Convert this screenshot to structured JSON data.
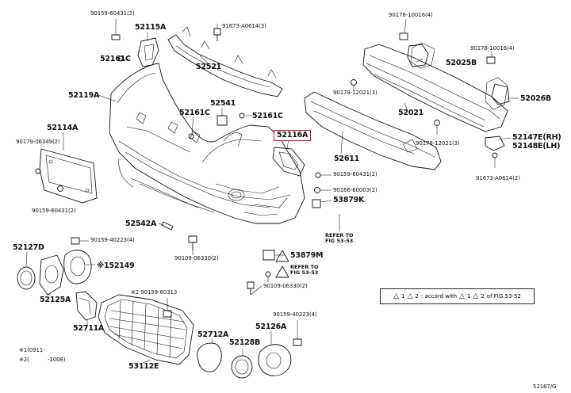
{
  "diagram": {
    "part_labels": [
      "90159-60431(2)",
      "52115A",
      "91673-A0614(3)",
      "90178-10016(4)",
      "52161C",
      "52025B",
      "90178-10016(4)",
      "52521",
      "52119A",
      "90178-12021(3)",
      "52021",
      "52026B",
      "52541",
      "52161C",
      "52161C",
      "52114A",
      "90179-06349(2)",
      "52116A",
      "52147E(RH)",
      "52148E(LH)",
      "90178-12021(3)",
      "52611",
      "90159-60431(2)",
      "91673-A0614(2)",
      "90166-60003(2)",
      "53879K",
      "90159-60431(2)",
      "52542A",
      "90159-40223(4)",
      "52127D",
      "※152149",
      "53879M",
      "90109-06330(2)",
      "90109-06330(2)",
      "※2 90159-60313",
      "52125A",
      "52711A",
      "90159-40223(4)",
      "52712A",
      "52128B",
      "52126A",
      "53112E",
      "※1(0911-",
      "※2(",
      "-1008)"
    ],
    "references": [
      {
        "line1": "REFER TO",
        "line2": "FIG 53-53"
      },
      {
        "line1": "REFER TO",
        "line2": "FIG 53-53"
      }
    ],
    "highlighted_part": "52116A",
    "legend_note": {
      "mark1": "1",
      "mark2": "2",
      "text1": ": accord with",
      "mark3": "1",
      "mark4": "2",
      "text2": "of FIG.53-52"
    },
    "figure_code": "52187/G"
  },
  "colors": {
    "highlight": "#d0141e",
    "ink": "#111111"
  }
}
